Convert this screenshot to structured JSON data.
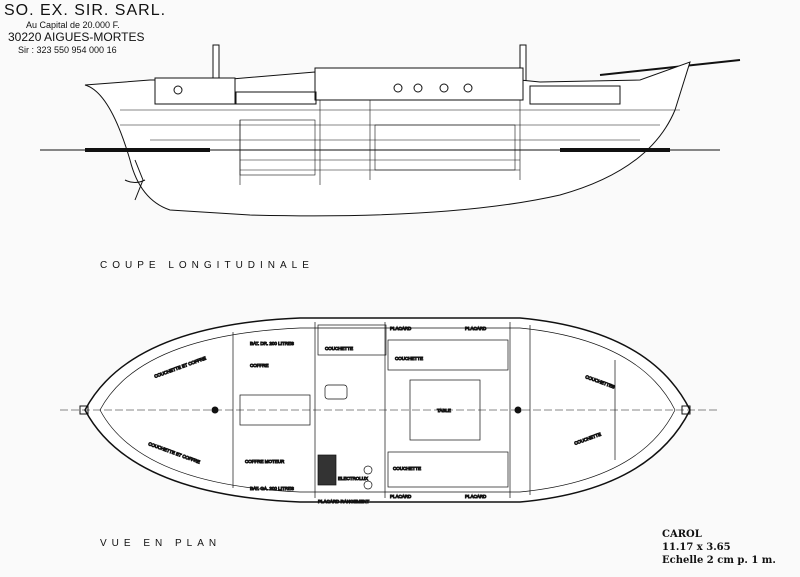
{
  "company": {
    "name": "SO. EX. SIR. SARL.",
    "capital": "Au Capital de 20.000 F.",
    "address": "30220 AIGUES-MORTES",
    "siret": "Sir : 323 550 954 000 16"
  },
  "views": {
    "section_title": "COUPE LONGITUDINALE",
    "plan_title": "VUE EN PLAN"
  },
  "caption": {
    "name": "CAROL",
    "dimensions": "11.17 x 3.65",
    "scale": "Echelle 2 cm p. 1 m."
  },
  "plan_labels": {
    "berth_chest_port": "COUCHETTE ET COFFRE",
    "berth_chest_stbd": "COUCHETTE ET COFFRE",
    "tank_top": "BAT. DR. 200 LITRES",
    "chest_top": "COFFRE",
    "chest_bottom": "COFFRE MOTEUR",
    "tank_bottom": "BAT. GA. 200 LITRES",
    "berth_1": "COUCHETTE",
    "berth_2": "COUCHETTE",
    "berth_3": "COUCHETTE",
    "cupboard_1": "PLACARD",
    "cupboard_2": "PLACARD",
    "cupboard_3": "PLACARD",
    "cupboard_4": "PLACARD",
    "table": "TABLE",
    "fridge": "ELECTROLUX",
    "berths_fwd_top": "COUCHETTES",
    "berths_fwd_bottom": "COUCHETTE",
    "locker_bottom": "PLACARD RANGEMENT"
  }
}
